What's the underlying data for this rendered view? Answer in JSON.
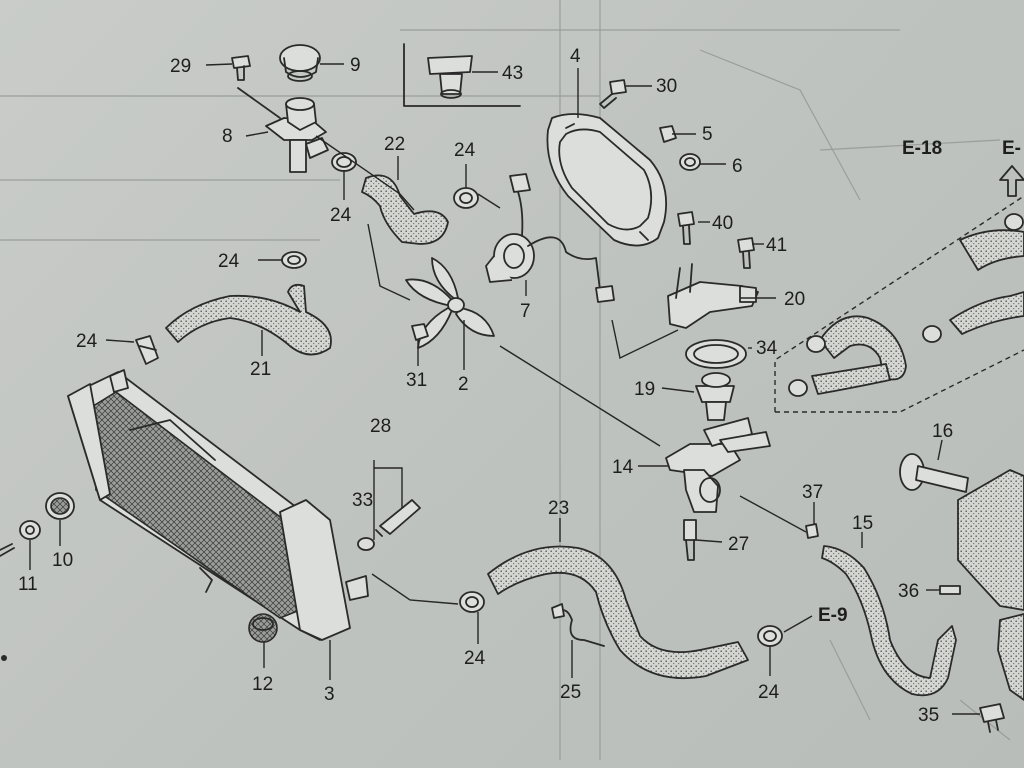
{
  "diagram": {
    "parts": [
      {
        "id": "p29",
        "label": "29"
      },
      {
        "id": "p9",
        "label": "9"
      },
      {
        "id": "p43",
        "label": "43"
      },
      {
        "id": "p4",
        "label": "4"
      },
      {
        "id": "p30",
        "label": "30"
      },
      {
        "id": "p5",
        "label": "5"
      },
      {
        "id": "p6",
        "label": "6"
      },
      {
        "id": "p8",
        "label": "8"
      },
      {
        "id": "p22",
        "label": "22"
      },
      {
        "id": "p24a",
        "label": "24"
      },
      {
        "id": "p24b",
        "label": "24"
      },
      {
        "id": "p24c",
        "label": "24"
      },
      {
        "id": "p24d",
        "label": "24"
      },
      {
        "id": "p24e",
        "label": "24"
      },
      {
        "id": "p24f",
        "label": "24"
      },
      {
        "id": "p40",
        "label": "40"
      },
      {
        "id": "p41",
        "label": "41"
      },
      {
        "id": "p7",
        "label": "7"
      },
      {
        "id": "p20",
        "label": "20"
      },
      {
        "id": "p21",
        "label": "21"
      },
      {
        "id": "p31",
        "label": "31"
      },
      {
        "id": "p2",
        "label": "2"
      },
      {
        "id": "p34",
        "label": "34"
      },
      {
        "id": "p19",
        "label": "19"
      },
      {
        "id": "p28",
        "label": "28"
      },
      {
        "id": "p33",
        "label": "33"
      },
      {
        "id": "p14",
        "label": "14"
      },
      {
        "id": "p16",
        "label": "16"
      },
      {
        "id": "p10",
        "label": "10"
      },
      {
        "id": "p11",
        "label": "11"
      },
      {
        "id": "p23",
        "label": "23"
      },
      {
        "id": "p37",
        "label": "37"
      },
      {
        "id": "p15",
        "label": "15"
      },
      {
        "id": "p27",
        "label": "27"
      },
      {
        "id": "p36",
        "label": "36"
      },
      {
        "id": "p12",
        "label": "12"
      },
      {
        "id": "p3",
        "label": "3"
      },
      {
        "id": "p25",
        "label": "25"
      },
      {
        "id": "p35",
        "label": "35"
      }
    ],
    "refs": {
      "e9": "E-9",
      "e18": "E-18",
      "e_cut": "E-"
    }
  }
}
